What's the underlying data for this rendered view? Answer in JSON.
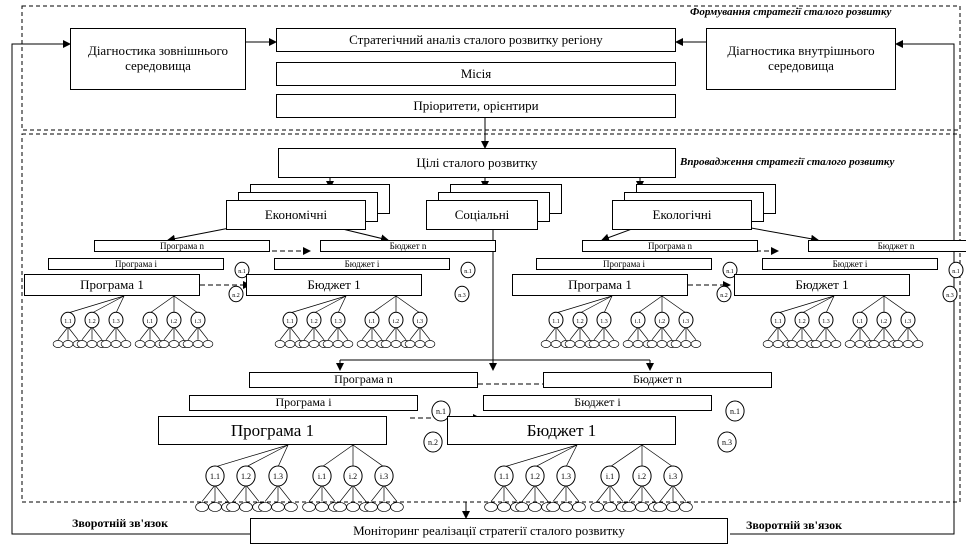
{
  "section_labels": {
    "formation": "Формування стратегії сталого розвитку",
    "implementation": "Впровадження стратегії сталого розвитку",
    "feedback_left": "Зворотній зв'язок",
    "feedback_right": "Зворотній зв'язок"
  },
  "top": {
    "diag_external": "Діагностика зовнішнього середовища",
    "strategic_analysis": "Стратегічний аналіз сталого розвитку регіону",
    "diag_internal": "Діагностика внутрішнього середовища",
    "mission": "Місія",
    "priorities": "Пріоритети, орієнтири"
  },
  "goals": "Цілі сталого розвитку",
  "categories": {
    "economic": "Економічні",
    "social": "Соціальні",
    "ecological": "Екологічні"
  },
  "program_block": {
    "program_n": "Програма n",
    "program_i": "Програма і",
    "program_1": "Програма 1",
    "budget_n": "Бюджет n",
    "budget_i": "Бюджет і",
    "budget_1": "Бюджет 1"
  },
  "tree_nodes": {
    "n1": "1.1",
    "n2": "1.2",
    "n3": "1.3",
    "i1": "і.1",
    "i2": "і.2",
    "i3": "і.3",
    "nn1": "n.1",
    "nn2": "n.2",
    "nn3": "n.3"
  },
  "monitoring": "Моніторинг реалізації стратегії сталого розвитку"
}
